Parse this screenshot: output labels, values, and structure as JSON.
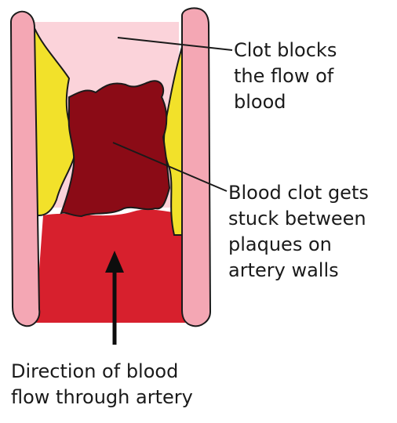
{
  "labels": {
    "clot_blocks": [
      "Clot blocks",
      "the flow of",
      "blood"
    ],
    "clot_stuck": [
      "Blood clot gets",
      "stuck between",
      "plaques on",
      "artery walls"
    ],
    "direction": [
      "Direction of blood",
      "flow through artery"
    ]
  },
  "colors": {
    "artery_wall": "#f4a7b4",
    "plaque": "#f2e12a",
    "clot": "#8b0b16",
    "blood": "#d7202d",
    "lumen_upper": "#fbd3da",
    "outline": "#1a1a1a"
  }
}
